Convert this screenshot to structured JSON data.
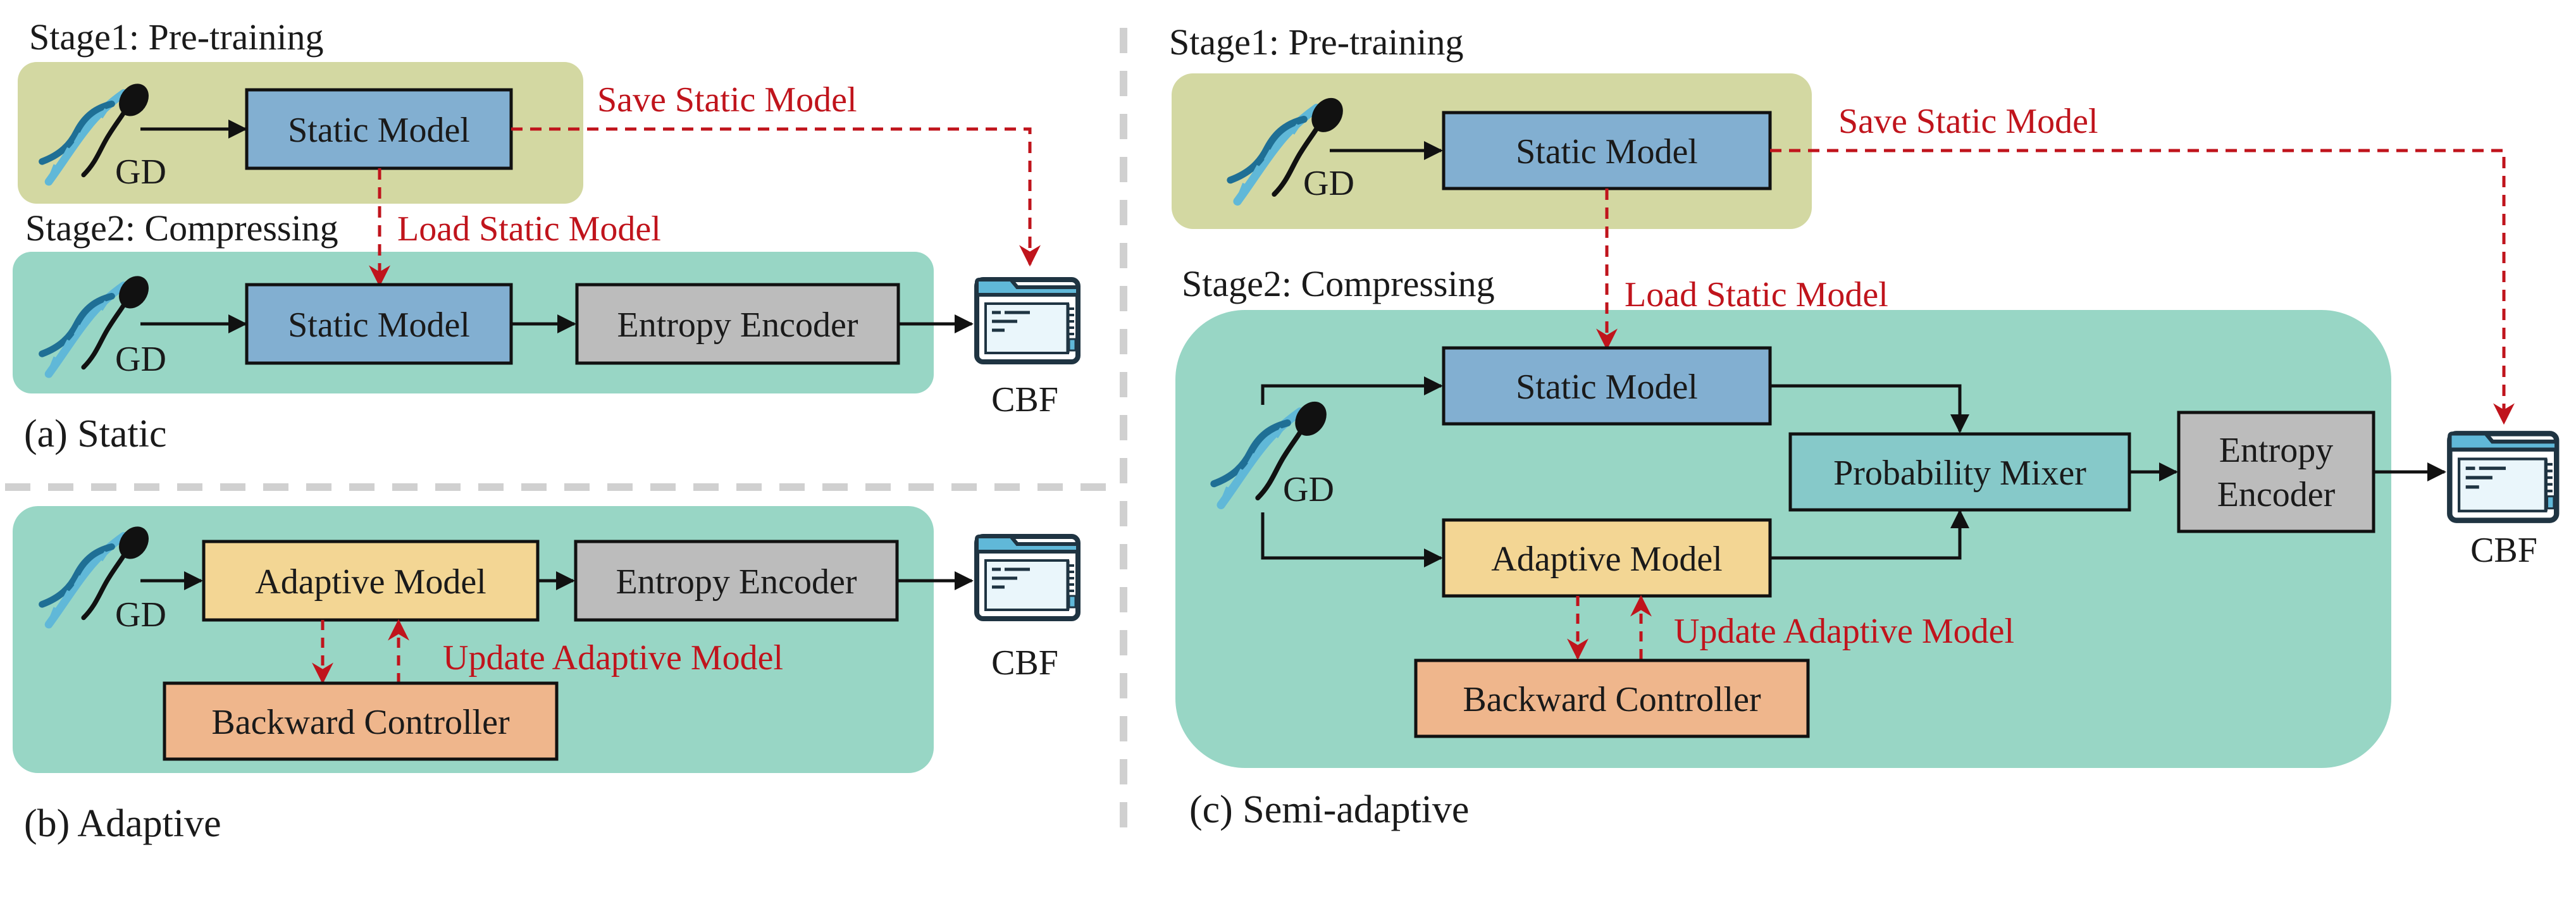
{
  "colors": {
    "pretrain_bg": "#d3d8a2",
    "compress_bg": "#98d6c5",
    "static_box": "#82afd1",
    "entropy_box": "#bcbcbc",
    "adaptive_box": "#f3d694",
    "backward_box": "#efb68c",
    "mixer_box": "#86c9c9",
    "red": "#c0141c",
    "divider": "#d0d0d0",
    "icon_stroke": "#1f3442",
    "icon_fill": "#60b8d8"
  },
  "panel_a": {
    "stage1_label": "Stage1: Pre-training",
    "stage2_label": "Stage2: Compressing",
    "gd_label": "GD",
    "gd2_label": "GD",
    "static_model": "Static Model",
    "static_model2": "Static Model",
    "entropy_encoder": "Entropy Encoder",
    "save_label": "Save Static Model",
    "load_label": "Load Static Model",
    "cbf_label": "CBF",
    "caption": "(a) Static"
  },
  "panel_b": {
    "gd_label": "GD",
    "adaptive_model": "Adaptive Model",
    "entropy_encoder": "Entropy Encoder",
    "backward_controller": "Backward Controller",
    "update_label": "Update Adaptive Model",
    "cbf_label": "CBF",
    "caption": "(b) Adaptive"
  },
  "panel_c": {
    "stage1_label": "Stage1: Pre-training",
    "stage2_label": "Stage2: Compressing",
    "gd_label": "GD",
    "gd2_label": "GD",
    "static_model": "Static Model",
    "static_model2": "Static Model",
    "probability_mixer": "Probability Mixer",
    "entropy_line1": "Entropy",
    "entropy_line2": "Encoder",
    "adaptive_model": "Adaptive Model",
    "backward_controller": "Backward Controller",
    "save_label": "Save Static Model",
    "load_label": "Load Static Model",
    "update_label": "Update Adaptive Model",
    "cbf_label": "CBF",
    "caption": "(c) Semi-adaptive"
  }
}
